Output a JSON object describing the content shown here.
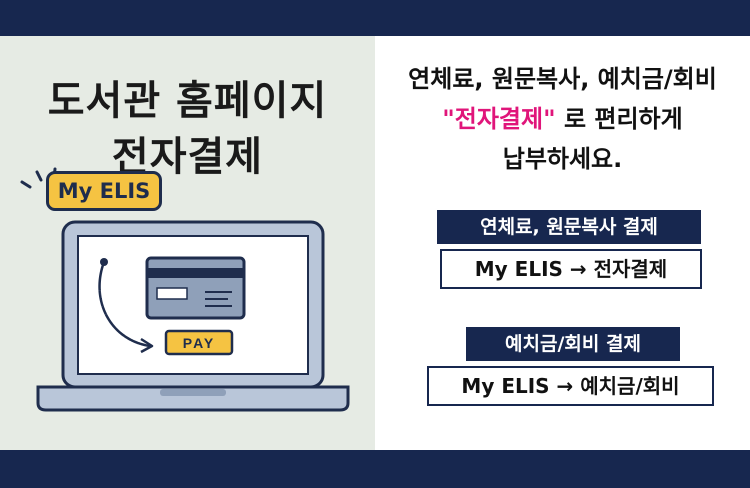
{
  "title": {
    "line1": "도서관 홈페이지",
    "line2": "전자결제"
  },
  "illustration": {
    "badge": "My ELIS",
    "pay": "PAY"
  },
  "message": {
    "line1": "연체료, 원문복사, 예치금/회비",
    "line2_highlight": "\"전자결제\"",
    "line2_rest": "로 편리하게",
    "line3": "납부하세요."
  },
  "sections": [
    {
      "label": "연체료, 원문복사 결제",
      "path": "My ELIS → 전자결제"
    },
    {
      "label": "예치금/회비 결제",
      "path": "My ELIS → 예치금/회비"
    }
  ],
  "colors": {
    "navy": "#17274f",
    "accent": "#e0157a",
    "yellow": "#f5c342",
    "panel": "#e6ebe4"
  }
}
